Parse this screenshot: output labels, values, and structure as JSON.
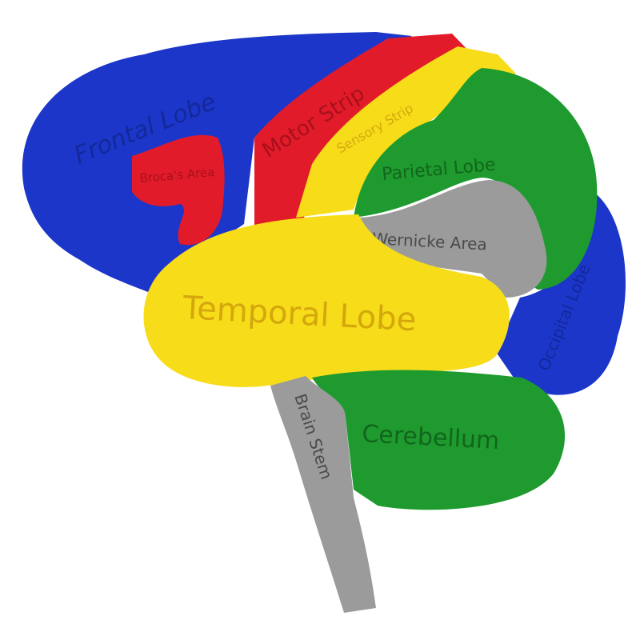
{
  "colors": {
    "blue": "#1b36c9",
    "red": "#e21b2a",
    "yellow": "#f7dc1a",
    "green": "#1e9a2e",
    "gray": "#9b9b9b",
    "background": "#ffffff"
  },
  "regions": {
    "frontal_lobe": "Frontal Lobe",
    "brocas_area": "Broca's Area",
    "motor_strip": "Motor Strip",
    "sensory_strip": "Sensory Strip",
    "parietal_lobe": "Parietal Lobe",
    "wernicke_area": "Wernicke Area",
    "temporal_lobe": "Temporal Lobe",
    "occipital_lobe": "Occipital Lobe",
    "cerebellum": "Cerebellum",
    "brain_stem": "Brain Stem"
  }
}
